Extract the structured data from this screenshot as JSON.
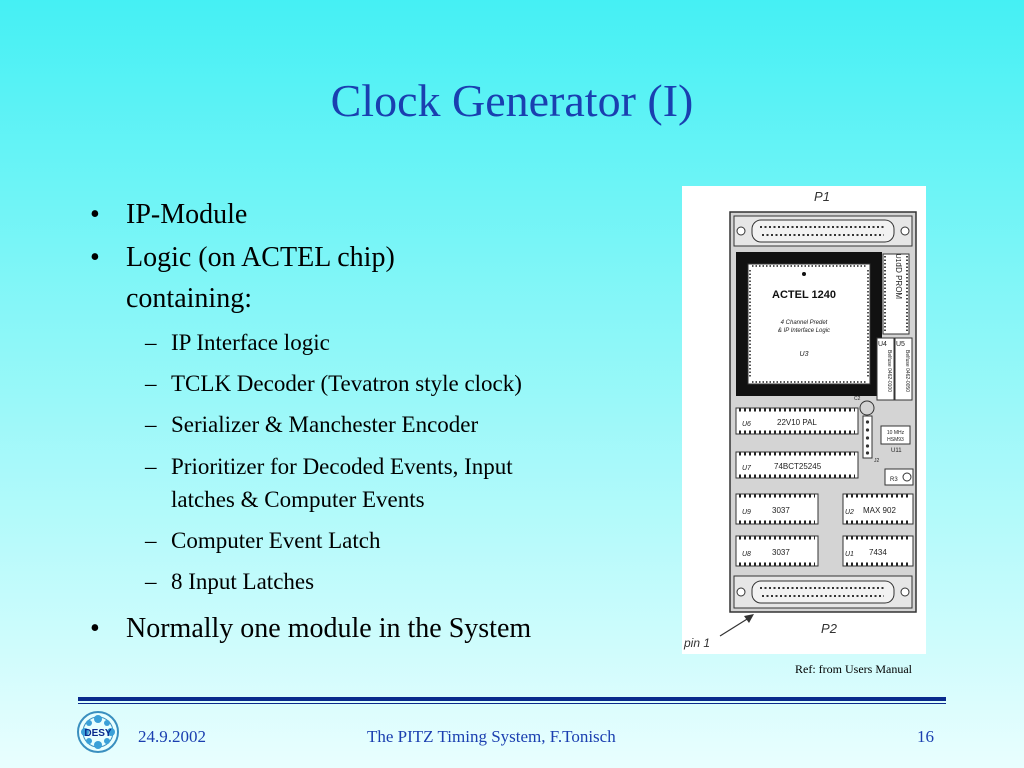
{
  "slide": {
    "title": "Clock Generator (I)",
    "bullets": [
      {
        "text": "IP-Module"
      },
      {
        "text": "Logic (on ACTEL chip)",
        "cont": "containing:"
      },
      {
        "text": "Normally one module in the System"
      }
    ],
    "subbullets": [
      {
        "text": "IP Interface logic"
      },
      {
        "text": "TCLK Decoder (Tevatron style clock)"
      },
      {
        "text": "Serializer & Manchester Encoder"
      },
      {
        "text": "Prioritizer for Decoded Events, Input",
        "cont": "latches & Computer Events"
      },
      {
        "text": "Computer Event Latch"
      },
      {
        "text": "8 Input Latches"
      }
    ],
    "bullet_glyph": "•",
    "dash_glyph": "–",
    "reference": "Ref: from Users Manual"
  },
  "board": {
    "p1": "P1",
    "p2": "P2",
    "pin1": "pin 1",
    "actel_title": "ACTEL 1240",
    "actel_sub1": "4 Channel Predet",
    "actel_sub2": "& IP Interface Logic",
    "actel_ref": "U3",
    "u10": "U10",
    "id_prom": "ID PROM",
    "u4": "U4",
    "u5": "U5",
    "u4_part": "Belfuse 0462-0100",
    "u5_part": "Belfuse 0462-0050",
    "c2": "C2",
    "j2": "J2",
    "osc1": "10 MHz",
    "osc2": "HSM93",
    "u11": "U11",
    "r3": "R3",
    "chips": [
      {
        "ref": "U6",
        "part": "22V10  PAL"
      },
      {
        "ref": "U7",
        "part": "74BCT25245"
      },
      {
        "ref": "U9",
        "part": "3037"
      },
      {
        "ref": "U2",
        "part": "MAX 902"
      },
      {
        "ref": "U8",
        "part": "3037"
      },
      {
        "ref": "U1",
        "part": "7434"
      }
    ]
  },
  "footer": {
    "date": "24.9.2002",
    "center": "The PITZ Timing System, F.Tonisch",
    "page": "16",
    "logo_text": "DESY"
  },
  "colors": {
    "title": "#1a3fb0",
    "rule": "#0a2a8c"
  }
}
